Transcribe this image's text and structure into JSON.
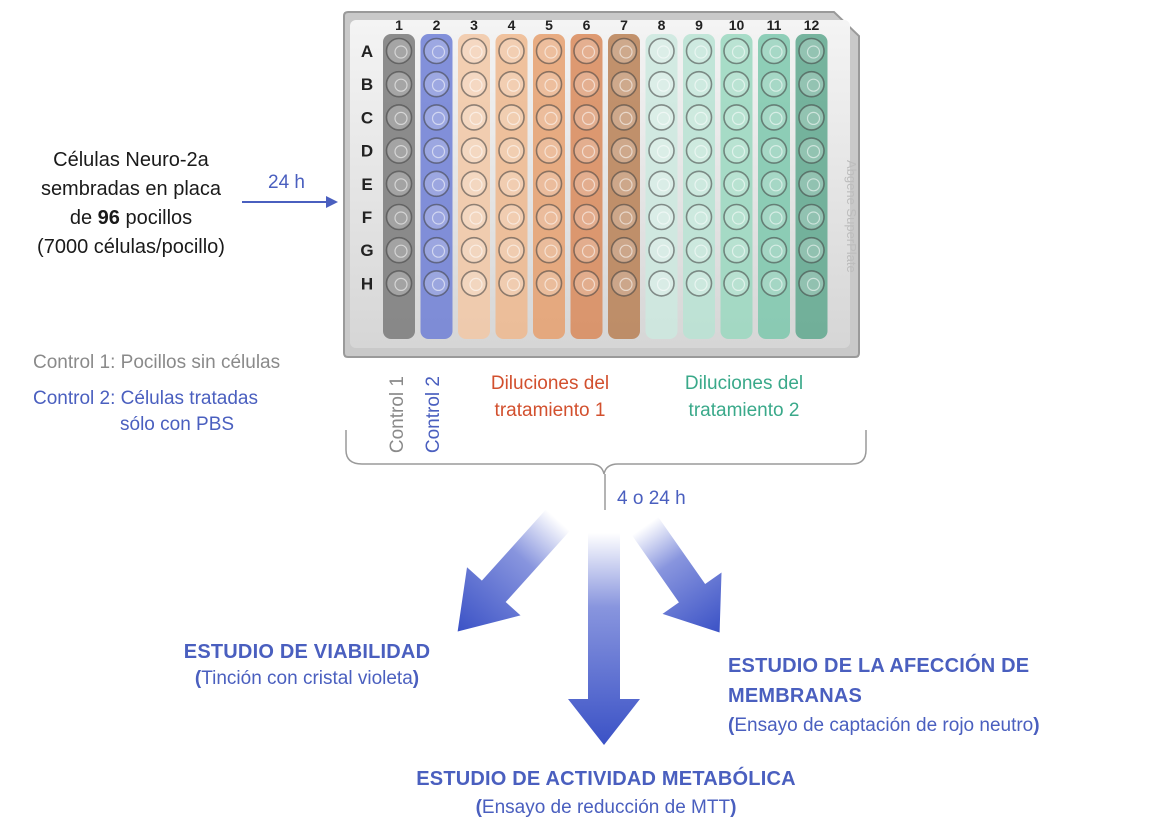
{
  "cells_text": {
    "line1": "Células Neuro-2a",
    "line2": "sembradas en placa",
    "line3_prefix": "de ",
    "line3_bold": "96",
    "line3_suffix": " pocillos",
    "line4": "(7000 células/pocillo)"
  },
  "arrow_time_1": "24 h",
  "arrow_time_2": "4 o 24 h",
  "control_legend": {
    "control1": "Control 1: Pocillos sin células",
    "control2_line1": "Control 2: Células tratadas",
    "control2_line2": "sólo con PBS"
  },
  "plate": {
    "column_numbers": [
      "1",
      "2",
      "3",
      "4",
      "5",
      "6",
      "7",
      "8",
      "9",
      "10",
      "11",
      "12"
    ],
    "row_letters": [
      "A",
      "B",
      "C",
      "D",
      "E",
      "F",
      "G",
      "H"
    ],
    "column_colors": [
      "#7a7a7a",
      "#6f7fd6",
      "#f2c8a6",
      "#eeb88e",
      "#e6a06f",
      "#d98a5a",
      "#b98055",
      "#cde9df",
      "#b8e3d3",
      "#9ad8c0",
      "#7cc8ad",
      "#5fa88e"
    ],
    "brand_text": "Abgene SuperPlate"
  },
  "column_labels": {
    "control1": "Control 1",
    "control2": "Control 2",
    "dil1_line1": "Diluciones del",
    "dil1_line2": "tratamiento 1",
    "dil2_line1": "Diluciones del",
    "dil2_line2": "tratamiento 2"
  },
  "studies": {
    "viability": {
      "title": "ESTUDIO DE VIABILIDAD",
      "open": "(",
      "method": "Tinción con cristal violeta",
      "close": ")"
    },
    "membranes": {
      "title_line1": "ESTUDIO DE LA AFECCIÓN DE",
      "title_line2": "MEMBRANAS",
      "open": "(",
      "method": "Ensayo de captación de rojo neutro",
      "close": ")"
    },
    "metabolic": {
      "title": "ESTUDIO DE ACTIVIDAD METABÓLICA",
      "open": "(",
      "method": "Ensayo de reducción de MTT",
      "close": ")"
    }
  },
  "colors": {
    "blue": "#4a5fbf",
    "orange": "#d2502e",
    "green": "#3aa98a",
    "grey": "#8a8a8a"
  }
}
